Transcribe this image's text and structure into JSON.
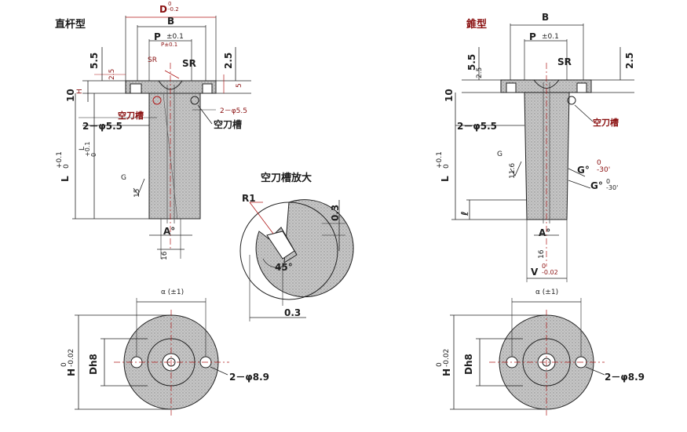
{
  "titles": {
    "straight": "直杆型",
    "taper": "錐型",
    "relief_detail": "空刀槽放大"
  },
  "dims_straight": {
    "D": "D",
    "D_tol": "0\n-0.2",
    "B": "B",
    "P": "P",
    "P_tol": "±0.1",
    "P_sub": "P±0.1",
    "SR": "SR",
    "SR_small": "SR",
    "left_55": "5.5",
    "left_25": "2.5",
    "right_25": "2.5",
    "right_5": "5",
    "H": "H",
    "ten": "10",
    "L": "L",
    "L_tol": "+0.1\n0",
    "L2": "L",
    "L2_tol": "+0.1\n0",
    "relief": "空刀槽",
    "phi55_left": "2－φ5.5",
    "phi55_right": "2－φ5.5",
    "G": "G",
    "fifteen": "15",
    "A": "A°",
    "sixteen": "16"
  },
  "dims_taper": {
    "B": "B",
    "P": "P",
    "P_tol": "±0.1",
    "SR": "SR",
    "left_55": "5.5",
    "left_25": "2.5",
    "right_25": "2.5",
    "ten": "10",
    "L": "L",
    "L_tol": "+0.1\n0",
    "relief": "空刀槽",
    "phi55": "2－φ5.5",
    "G": "G",
    "sixteen": "11.6",
    "G0": "G°",
    "G0_tol": "0\n-30'",
    "G0b": "G°",
    "G0b_tol": "0\n-30'",
    "l": "ℓ",
    "A": "A°",
    "A16": "16",
    "V": "V",
    "V_tol": "0\n-0.02"
  },
  "dims_detail": {
    "R1": "R1",
    "angle": "45°",
    "right_03": "0.3",
    "bottom_03": "0.3"
  },
  "dims_bottom_left": {
    "alpha": "α (±1)",
    "H": "H",
    "H_tol": "0\n-0.02",
    "Dh8": "Dh8",
    "phi89": "2－φ8.9"
  },
  "dims_bottom_right": {
    "alpha": "α (±1)",
    "H": "H",
    "H_tol": "0\n-0.02",
    "Dh8": "Dh8",
    "phi89": "2－φ8.9"
  },
  "colors": {
    "line": "#222222",
    "red": "#b01818",
    "fill": "#bfbfbf",
    "fill_dark": "#9a9a9a"
  }
}
